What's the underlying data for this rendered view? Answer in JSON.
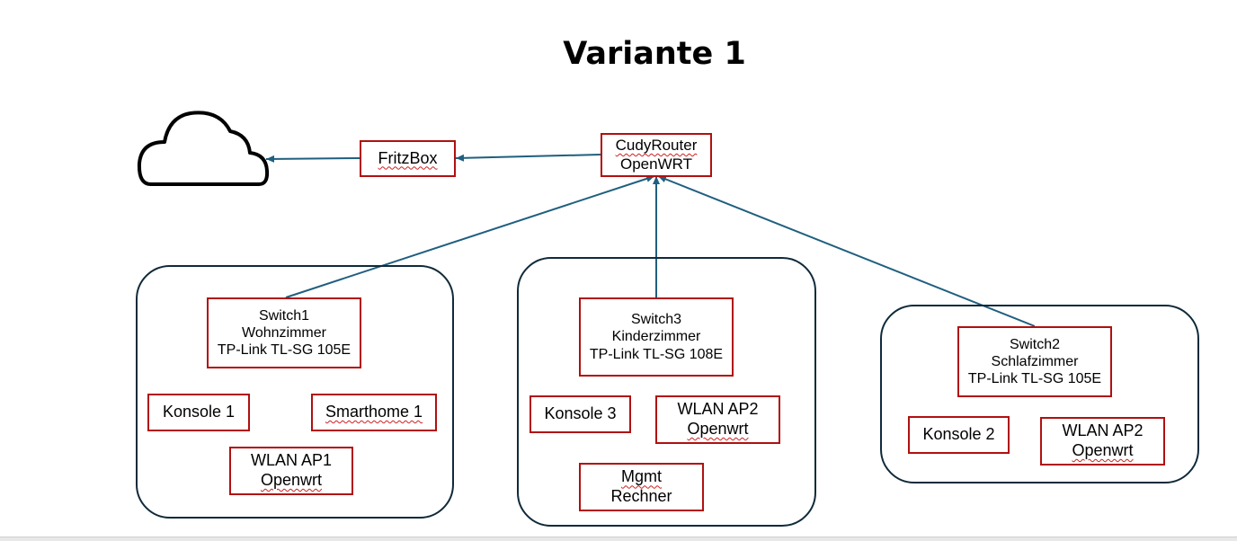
{
  "title": "Variante 1",
  "cloud": {
    "icon": "cloud-icon"
  },
  "fritzbox": {
    "label": "FritzBox"
  },
  "router": {
    "line1": "CudyRouter",
    "line2": "OpenWRT"
  },
  "groups": {
    "wohnzimmer": {
      "switch": {
        "line1": "Switch1",
        "line2": "Wohnzimmer",
        "line3": "TP-Link TL-SG 105E"
      },
      "devices": {
        "konsole": "Konsole 1",
        "smarthome": "Smarthome 1",
        "ap_line1": "WLAN AP1",
        "ap_line2": "Openwrt"
      }
    },
    "kinderzimmer": {
      "switch": {
        "line1": "Switch3",
        "line2": "Kinderzimmer",
        "line3": "TP-Link TL-SG 108E"
      },
      "devices": {
        "konsole": "Konsole 3",
        "ap_line1": "WLAN AP2",
        "ap_line2": "Openwrt",
        "mgmt_line1": "Mgmt",
        "mgmt_line2": "Rechner"
      }
    },
    "schlafzimmer": {
      "switch": {
        "line1": "Switch2",
        "line2": "Schlafzimmer",
        "line3": "TP-Link TL-SG 105E"
      },
      "devices": {
        "konsole": "Konsole 2",
        "ap_line1": "WLAN AP2",
        "ap_line2": "Openwrt"
      }
    }
  },
  "colors": {
    "box_border": "#b01010",
    "group_border": "#0f2a3a",
    "arrow": "#1f5f7f"
  }
}
